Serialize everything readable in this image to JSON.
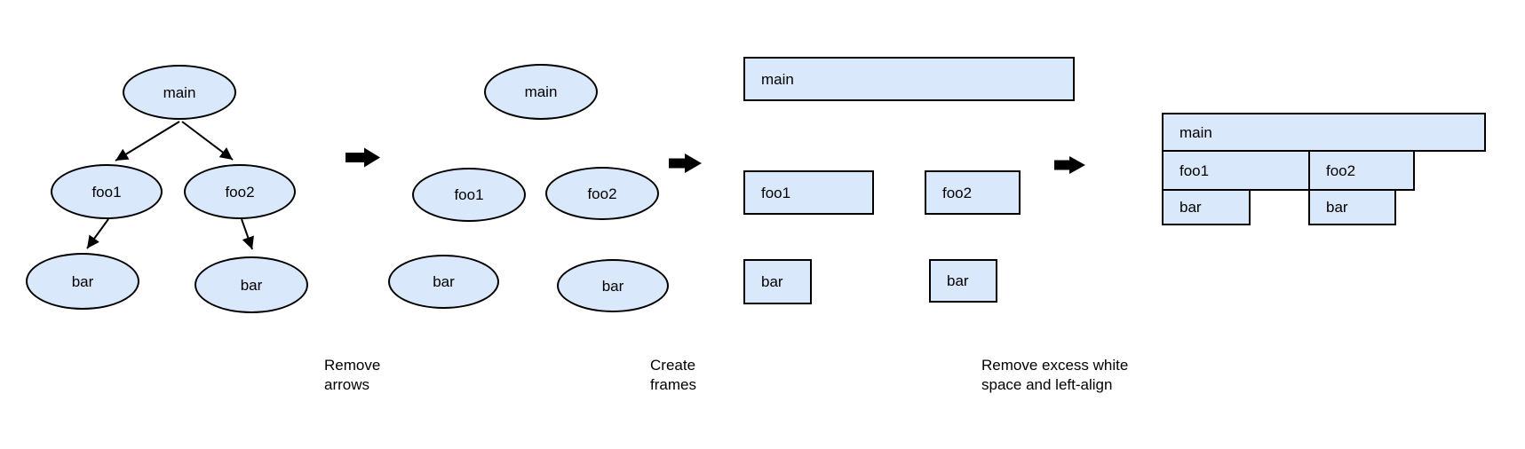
{
  "colors": {
    "background": "#FFFFFF",
    "node_fill": "#DAE8FC",
    "node_stroke": "#000000",
    "arrow_color": "#000000",
    "text_color": "#000000"
  },
  "panel1": {
    "description": "call tree with arrows",
    "main": "main",
    "foo1": "foo1",
    "foo2": "foo2",
    "bar_left": "bar",
    "bar_right": "bar"
  },
  "panel2": {
    "description": "call tree without arrows",
    "main": "main",
    "foo1": "foo1",
    "foo2": "foo2",
    "bar_left": "bar",
    "bar_right": "bar"
  },
  "panel3": {
    "description": "frames",
    "main": "main",
    "foo1": "foo1",
    "foo2": "foo2",
    "bar_left": "bar",
    "bar_right": "bar"
  },
  "panel4": {
    "description": "flame graph",
    "main": "main",
    "foo1": "foo1",
    "foo2": "foo2",
    "bar_left": "bar",
    "bar_right": "bar"
  },
  "steps": [
    {
      "lines": [
        "Remove",
        "arrows"
      ]
    },
    {
      "lines": [
        "Create",
        "frames"
      ]
    },
    {
      "lines": [
        "Remove excess white",
        "space and left-align"
      ]
    }
  ]
}
